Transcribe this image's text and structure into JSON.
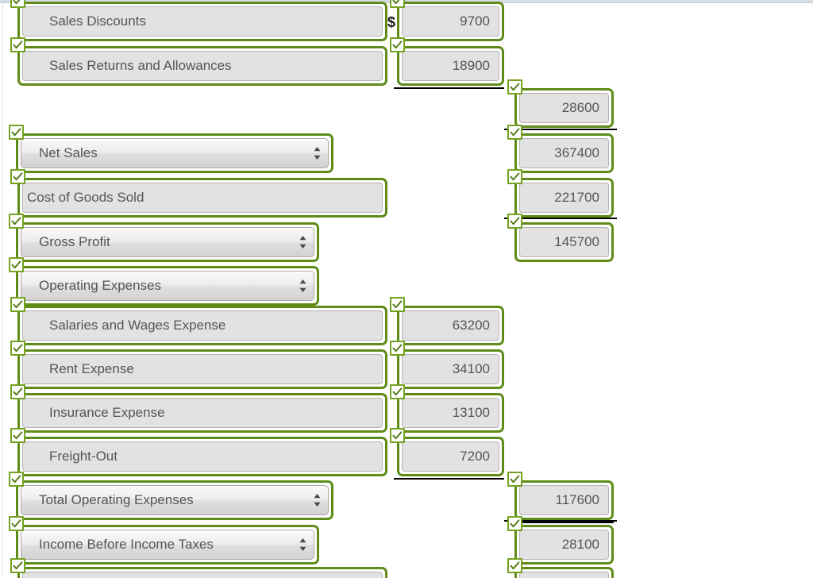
{
  "document": {
    "kind": "income-statement-worksheet",
    "currency_symbol": "$",
    "accent_color": "#5f8b18",
    "checkbox_color": "#74a220",
    "field_face_color": "#e2e2e2",
    "text_color": "#555555"
  },
  "rows": [
    {
      "id": "sales-discounts",
      "label": "Sales Discounts",
      "label_control": "text",
      "label_indent": true,
      "value": "9700",
      "value_column": "middle",
      "checked": true,
      "value_checked": true,
      "currency_prefix": "$",
      "rule_above_value": false,
      "rule_below_value": false
    },
    {
      "id": "sales-returns-and-allowances",
      "label": "Sales Returns and Allowances",
      "label_control": "text",
      "label_indent": true,
      "value": "18900",
      "value_column": "middle",
      "checked": true,
      "value_checked": true,
      "currency_prefix": "",
      "rule_above_value": false,
      "rule_below_value": true
    },
    {
      "id": "total-sales-deductions",
      "label": "",
      "label_control": "none",
      "label_indent": false,
      "value": "28600",
      "value_column": "right",
      "checked": false,
      "value_checked": true,
      "currency_prefix": "",
      "rule_above_value": false,
      "rule_below_value": false
    },
    {
      "id": "net-sales",
      "label": "Net Sales",
      "label_control": "select",
      "label_indent": false,
      "value": "367400",
      "value_column": "right",
      "checked": true,
      "value_checked": true,
      "currency_prefix": "",
      "rule_above_value": true,
      "rule_below_value": false
    },
    {
      "id": "cost-of-goods-sold",
      "label": "Cost of Goods Sold",
      "label_control": "text",
      "label_indent": false,
      "value": "221700",
      "value_column": "right",
      "checked": true,
      "value_checked": true,
      "currency_prefix": "",
      "rule_above_value": false,
      "rule_below_value": false
    },
    {
      "id": "gross-profit",
      "label": "Gross Profit",
      "label_control": "select",
      "label_indent": false,
      "value": "145700",
      "value_column": "right",
      "checked": true,
      "value_checked": true,
      "currency_prefix": "",
      "rule_above_value": true,
      "rule_below_value": false
    },
    {
      "id": "operating-expenses",
      "label": "Operating Expenses",
      "label_control": "select",
      "label_indent": false,
      "value": "",
      "value_column": "none",
      "checked": true,
      "value_checked": false,
      "currency_prefix": "",
      "rule_above_value": false,
      "rule_below_value": false
    },
    {
      "id": "salaries-and-wages-expense",
      "label": "Salaries and Wages Expense",
      "label_control": "text",
      "label_indent": true,
      "value": "63200",
      "value_column": "middle",
      "checked": true,
      "value_checked": true,
      "currency_prefix": "",
      "rule_above_value": false,
      "rule_below_value": false
    },
    {
      "id": "rent-expense",
      "label": "Rent Expense",
      "label_control": "text",
      "label_indent": true,
      "value": "34100",
      "value_column": "middle",
      "checked": true,
      "value_checked": true,
      "currency_prefix": "",
      "rule_above_value": false,
      "rule_below_value": false
    },
    {
      "id": "insurance-expense",
      "label": "Insurance Expense",
      "label_control": "text",
      "label_indent": true,
      "value": "13100",
      "value_column": "middle",
      "checked": true,
      "value_checked": true,
      "currency_prefix": "",
      "rule_above_value": false,
      "rule_below_value": false
    },
    {
      "id": "freight-out",
      "label": "Freight-Out",
      "label_control": "text",
      "label_indent": true,
      "value": "7200",
      "value_column": "middle",
      "checked": true,
      "value_checked": true,
      "currency_prefix": "",
      "rule_above_value": false,
      "rule_below_value": true
    },
    {
      "id": "total-operating-expenses",
      "label": "Total Operating Expenses",
      "label_control": "select",
      "label_indent": true,
      "value": "117600",
      "value_column": "right",
      "checked": true,
      "value_checked": true,
      "currency_prefix": "",
      "rule_above_value": false,
      "rule_below_value": true
    },
    {
      "id": "income-before-income-taxes",
      "label": "Income Before Income Taxes",
      "label_control": "select",
      "label_indent": false,
      "value": "28100",
      "value_column": "right",
      "checked": true,
      "value_checked": true,
      "currency_prefix": "",
      "rule_above_value": true,
      "rule_below_value": false
    },
    {
      "id": "next-line-item",
      "label": "",
      "label_control": "text",
      "label_indent": false,
      "value": "",
      "value_column": "right",
      "checked": true,
      "value_checked": true,
      "currency_prefix": "",
      "rule_above_value": false,
      "rule_below_value": false
    }
  ]
}
